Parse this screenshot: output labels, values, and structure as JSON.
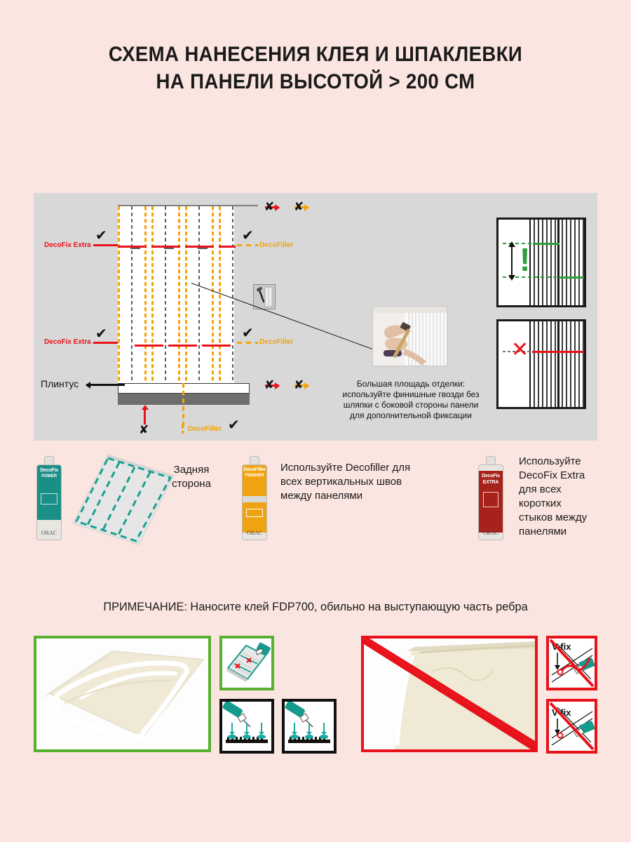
{
  "page": {
    "background_color": "#fbe5e0",
    "title_lines": [
      "СХЕМА НАНЕСЕНИЯ КЛЕЯ И ШПАКЛЕВКИ",
      "НА ПАНЕЛИ ВЫСОТОЙ > 200 СМ"
    ]
  },
  "diagram": {
    "background_color": "#d8d8d8",
    "labels": {
      "decofix_extra_top": "DecoFix Extra",
      "decofix_extra_bottom": "DecoFix Extra",
      "decofiller_top": "DecoFiller",
      "decofiller_mid": "DecoFiller",
      "decofiller_bottom": "DecoFiller",
      "plintus": "Плинтус"
    },
    "icons": {
      "check": "✔",
      "cross": "✘",
      "exclaim": "!",
      "big_x": "✕"
    },
    "caption_lines": [
      "Большая площадь отделки:",
      "используйте финишные гвозди без",
      "шляпки с боковой стороны панели",
      "для дополнительной фиксации"
    ],
    "colors": {
      "decofix_red": "#e8121a",
      "decofiller_orange": "#f5a300",
      "seam_dark": "#555f6b",
      "good_green": "#2aa03a"
    }
  },
  "products": [
    {
      "tube_name": "DecoFix Power",
      "tube_color": "#1a8f86",
      "tube_brand_line1": "DecoFix",
      "tube_brand_line2": "POWER",
      "brand_footer": "ORAC",
      "text_lines": [
        "Задняя",
        "сторона"
      ],
      "text_align": "center"
    },
    {
      "tube_name": "DecoFiller",
      "tube_color": "#efa311",
      "tube_brand_line1": "DecoFiller",
      "tube_brand_line2": "FINISHER",
      "brand_footer": "ORAC",
      "text_lines": [
        "Используйте Decofiller для",
        "всех вертикальных швов",
        "между панелями"
      ],
      "text_align": "left"
    },
    {
      "tube_name": "DecoFix Extra",
      "tube_color": "#a8221c",
      "tube_brand_line1": "DecoFix",
      "tube_brand_line2": "EXTRA",
      "brand_footer": "ORAC",
      "text_lines": [
        "Используйте",
        "DecoFix Extra",
        "для всех",
        "коротких",
        "стыков между",
        "панелями"
      ],
      "text_align": "left"
    }
  ],
  "note": "ПРИМЕЧАНИЕ: Наносите клей FDP700, обильно на выступающую часть ребра",
  "bottom": {
    "good_label": "correct-application",
    "bad_label": "incorrect-application",
    "vfix_label_1": "V-fix",
    "vfix_label_2": "V-fix",
    "good_border_color": "#57b130",
    "bad_border_color": "#e8121a"
  }
}
